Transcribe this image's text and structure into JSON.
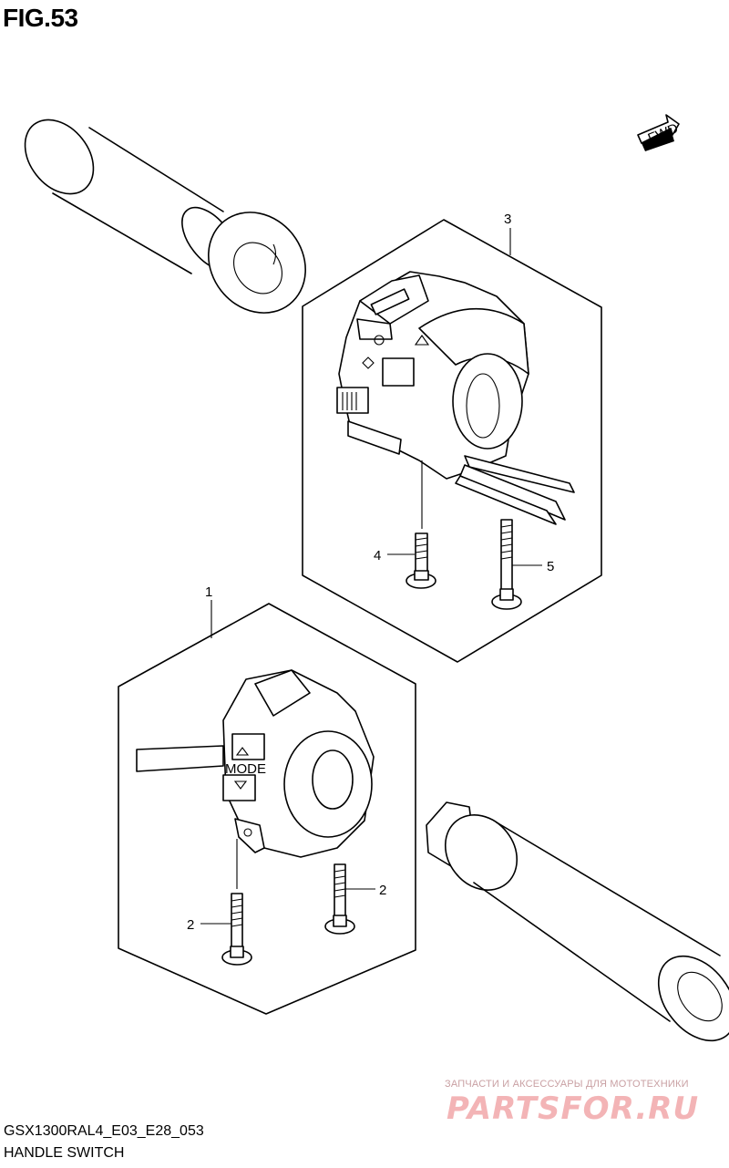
{
  "figure": {
    "title": "FIG.53",
    "code": "GSX1300RAL4_E03_E28_053",
    "name": "HANDLE SWITCH"
  },
  "orientation": {
    "arrow_text": "FWD"
  },
  "callouts": {
    "p1": "1",
    "p2a": "2",
    "p2b": "2",
    "p3": "3",
    "p4": "4",
    "p5": "5"
  },
  "switch_labels": {
    "mode": "MODE"
  },
  "watermark": {
    "caption": "ЗАПЧАСТИ И АКСЕССУАРЫ ДЛЯ МОТОТЕХНИКИ",
    "logo": "PARTSFOR.RU"
  }
}
